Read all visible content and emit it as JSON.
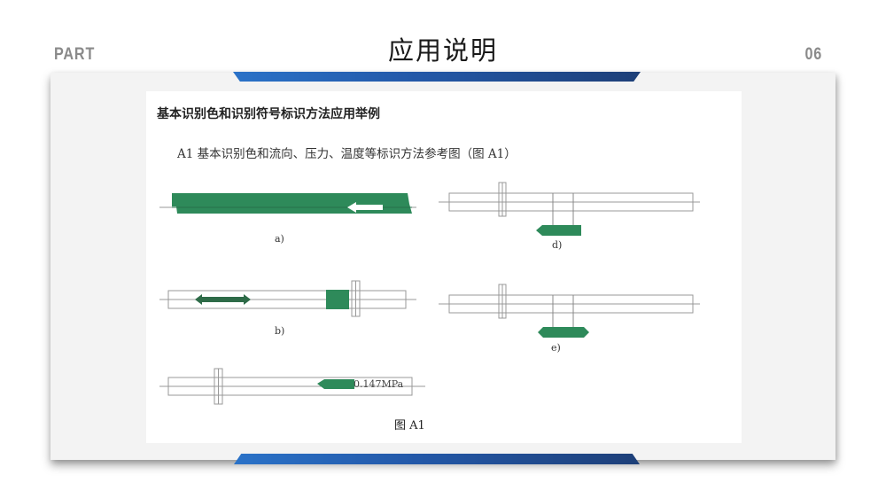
{
  "header": {
    "part_label": "PART",
    "title": "应用说明",
    "part_number": "06"
  },
  "colors": {
    "accent_blue_start": "#2a72c8",
    "accent_blue_end": "#1d3f78",
    "pipe_green": "#2e8a5a",
    "panel_bg": "#f3f3f3",
    "header_gray": "#8a8a8a"
  },
  "document": {
    "heading": "基本识别色和识别符号标识方法应用举例",
    "subheading": "A1 基本识别色和流向、压力、温度等标识方法参考图（图 A1）",
    "figures": [
      {
        "id": "a",
        "caption": "a)",
        "description": "full green pipe with white flow arrow pointing left"
      },
      {
        "id": "b",
        "caption": "b)",
        "description": "pipe with green bidirectional arrow and green color band near flange"
      },
      {
        "id": "c",
        "caption": "",
        "description": "pipe with flange and green pressure tag",
        "tag_text": "0.147MPa"
      },
      {
        "id": "d",
        "caption": "d)",
        "description": "pipe with flange and green left-pointing temperature tag below"
      },
      {
        "id": "e",
        "caption": "e)",
        "description": "pipe with flange and green double-pointed tag below"
      }
    ],
    "figure_caption": "图 A1"
  }
}
